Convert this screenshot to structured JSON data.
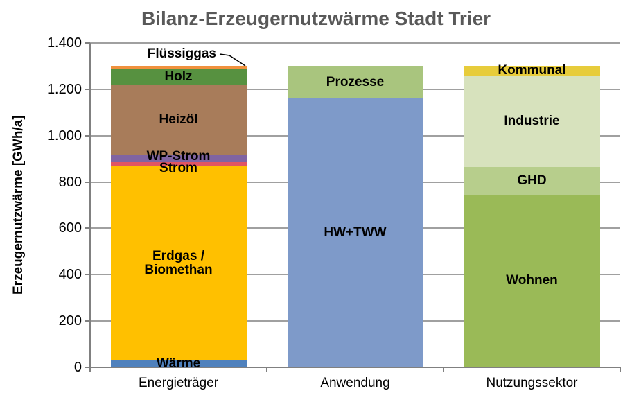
{
  "chart_data": {
    "type": "bar",
    "stacked": true,
    "title": "Bilanz-Erzeugernutzwärme Stadt Trier",
    "ylabel": "Erzeugernutzwärme [GWh/a]",
    "xlabel": "",
    "unit": "GWh/a",
    "ylim": [
      0,
      1400
    ],
    "ytick_step": 200,
    "ytick_labels": [
      "0",
      "200",
      "400",
      "600",
      "800",
      "1.000",
      "1.200",
      "1.400"
    ],
    "grid": true,
    "legend": "none (labels drawn inside segments)",
    "categories": [
      "Energieträger",
      "Anwendung",
      "Nutzungssektor"
    ],
    "bars": [
      {
        "category": "Energieträger",
        "total": 1300,
        "segments": [
          {
            "label": "Wärme",
            "value": 30,
            "color": "#4f81bd"
          },
          {
            "label": "Erdgas / Biomethan",
            "label_lines": [
              "Erdgas /",
              "Biomethan"
            ],
            "value": 840,
            "color": "#ffc000"
          },
          {
            "label": "Strom",
            "value": 15,
            "color": "#e15563",
            "label_dy": 6
          },
          {
            "label": "WP-Strom",
            "value": 30,
            "color": "#8064a2",
            "label_dy": -3
          },
          {
            "label": "Heizöl",
            "value": 305,
            "color": "#a87c5a"
          },
          {
            "label": "Holz",
            "value": 65,
            "color": "#579140"
          },
          {
            "label": "Flüssiggas",
            "value": 15,
            "color": "#f0913d",
            "label_outside": true
          }
        ]
      },
      {
        "category": "Anwendung",
        "total": 1300,
        "segments": [
          {
            "label": "HW+TWW",
            "value": 1160,
            "color": "#7e9ac9"
          },
          {
            "label": "Prozesse",
            "value": 140,
            "color": "#a9c57e"
          }
        ]
      },
      {
        "category": "Nutzungssektor",
        "total": 1300,
        "segments": [
          {
            "label": "Wohnen",
            "value": 745,
            "color": "#9aba57"
          },
          {
            "label": "GHD",
            "value": 120,
            "color": "#b7ce8c"
          },
          {
            "label": "Industrie",
            "value": 395,
            "color": "#d7e2bd"
          },
          {
            "label": "Kommunal",
            "value": 40,
            "color": "#e7cc3b"
          }
        ]
      }
    ],
    "style": {
      "title_color": "#595959",
      "axis_color": "#808080",
      "grid_color": "#a0a0a0",
      "label_color": "#000000"
    }
  }
}
